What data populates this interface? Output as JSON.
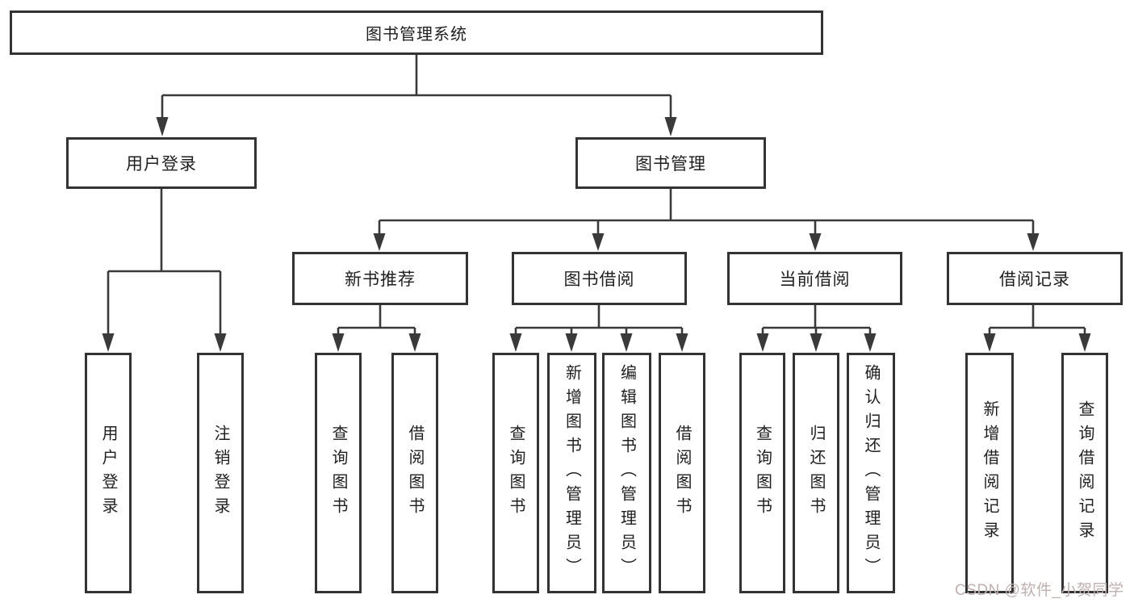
{
  "title_box": {
    "label": "图书管理系统"
  },
  "branches": {
    "user_login": {
      "label": "用户登录",
      "children": [
        "用户登录",
        "注销登录"
      ]
    },
    "book_management": {
      "label": "图书管理",
      "children": [
        {
          "label": "新书推荐",
          "children": [
            "查询图书",
            "借阅图书"
          ]
        },
        {
          "label": "图书借阅",
          "children": [
            "查询图书",
            "新增图书（管理员）",
            "编辑图书（管理员）",
            "借阅图书"
          ]
        },
        {
          "label": "当前借阅",
          "children": [
            "查询图书",
            "归还图书",
            "确认归还（管理员）"
          ]
        },
        {
          "label": "借阅记录",
          "children": [
            "新增借阅记录",
            "查询借阅记录"
          ]
        }
      ]
    }
  },
  "watermark": "CSDN @软件_小贺同学",
  "colors": {
    "line": "#3a3a3a",
    "box_border": "#333333",
    "text": "#1f1f1f",
    "watermark": "#c0b0b0",
    "background": "#ffffff"
  }
}
